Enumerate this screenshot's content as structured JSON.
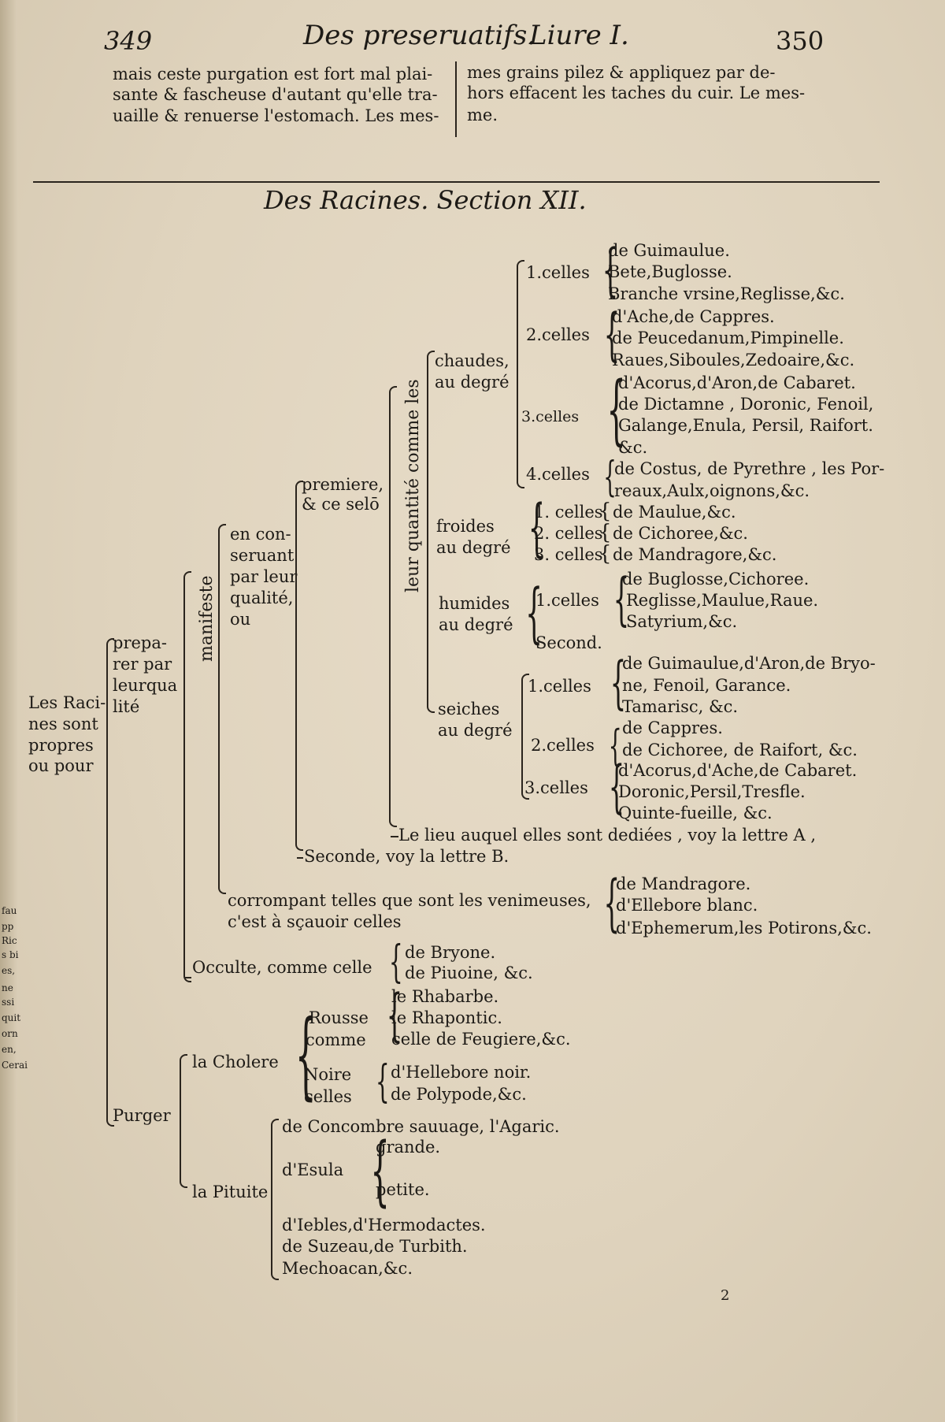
{
  "running_head": {
    "page_left": "349",
    "title": "Des preseruatifs.",
    "book": "Liure I.",
    "page_right": "350"
  },
  "prev_text": {
    "left": [
      "mais ceste purgation est fort mal plai-",
      "sante & fascheuse d'autant qu'elle tra-",
      "uaille & renuerse l'estomach. Les mes-"
    ],
    "right": [
      "mes grains pilez & appliquez par de-",
      "hors effacent les taches du cuir. Le mes-",
      "me."
    ]
  },
  "section_title": "Des Racines. Section XII.",
  "tree": {
    "root": [
      "Les Raci-",
      "nes sont",
      "propres",
      "ou pour"
    ],
    "preparer": [
      "prepa-",
      "rer par",
      "leurqua",
      "lité"
    ],
    "manifeste": "manifeste",
    "en_conseruant": [
      "en con-",
      "seruant",
      "par leur",
      "qualité,",
      "ou"
    ],
    "premiere": [
      "premiere,",
      "& ce selō"
    ],
    "quantite_vert": "leur quantité comme les",
    "chaudes": [
      "chaudes,",
      "au degré"
    ],
    "c1": "1.celles",
    "c1_items": [
      "de Guimaulue.",
      "Bete,Buglosse.",
      "Branche vrsine,Reglisse,&c."
    ],
    "c2": "2.celles",
    "c2_items": [
      "d'Ache,de Cappres.",
      "de Peucedanum,Pimpinelle.",
      "Raues,Siboules,Zedoaire,&c."
    ],
    "c3": "3.celles",
    "c3_items": [
      "d'Acorus,d'Aron,de Cabaret.",
      "de Dictamne , Doronic, Fenoil,",
      "Galange,Enula, Persil, Raifort.",
      "&c."
    ],
    "c4": "4.celles",
    "c4_items": [
      "de Costus, de Pyrethre , les Por-",
      "reaux,Aulx,oignons,&c."
    ],
    "froides": [
      "froides",
      "au degré"
    ],
    "f1": "1. celles",
    "f1_item": "de Maulue,&c.",
    "f2": "2. celles",
    "f2_item": "de Cichoree,&c.",
    "f3": "3. celles",
    "f3_item": "de Mandragore,&c.",
    "humides": [
      "humides",
      "au degré"
    ],
    "h1": "1.celles",
    "h1_items": [
      "de Buglosse,Cichoree.",
      "Reglisse,Maulue,Raue.",
      "Satyrium,&c."
    ],
    "h2": "Second.",
    "seiches": [
      "seiches",
      "au degré"
    ],
    "s1": "1.celles",
    "s1_items": [
      "de Guimaulue,d'Aron,de Bryo-",
      "ne, Fenoil, Garance.",
      "Tamarisc, &c."
    ],
    "s2": "2.celles",
    "s2_items": [
      "de Cappres.",
      "de Cichoree, de Raifort, &c."
    ],
    "s3": "3.celles",
    "s3_items": [
      "d'Acorus,d'Ache,de Cabaret.",
      "Doronic,Persil,Tresfle.",
      "Quinte-fueille, &c."
    ],
    "lieu": "Le lieu auquel elles sont dediées , voy la lettre A ,",
    "seconde": "Seconde, voy la lettre B.",
    "corrompant": [
      "corrompant telles que sont les venimeuses,",
      "c'est à sçauoir celles"
    ],
    "corrompant_items": [
      "de Mandragore.",
      "d'Ellebore blanc.",
      "d'Ephemerum,les Potirons,&c."
    ],
    "occulte": "Occulte, comme celle",
    "occulte_items": [
      "de Bryone.",
      "de Piuoine, &c."
    ],
    "purger": "Purger",
    "cholere": "la Cholere",
    "rousse": [
      "Rousse",
      "comme"
    ],
    "rousse_items": [
      "le Rhabarbe.",
      "le Rhapontic.",
      "celle de Feugiere,&c."
    ],
    "noire": [
      "Noire",
      "celles"
    ],
    "noire_items": [
      "d'Hellebore noir.",
      "de Polypode,&c."
    ],
    "pituite": "la Pituite",
    "pituite_first": "de Concombre sauuage, l'Agaric.",
    "esula": "d'Esula",
    "esula_items": [
      "grande.",
      "petite."
    ],
    "pituite_rest": [
      "d'Iebles,d'Hermodactes.",
      "de Suzeau,de Turbith.",
      "Mechoacan,&c."
    ]
  },
  "margin_marks": [
    "fau",
    "pp",
    "Ric",
    "s bi",
    "es,",
    "ne",
    "ssi",
    "quit",
    "orn",
    "en,",
    "Cerai"
  ],
  "footer_mark": "2"
}
